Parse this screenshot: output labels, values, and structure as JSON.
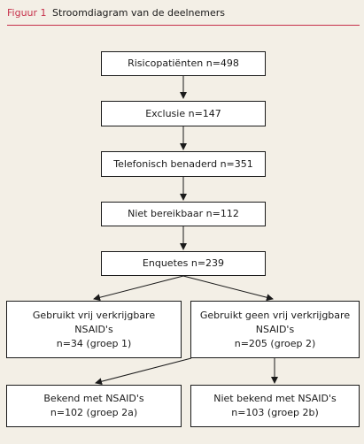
{
  "figure": {
    "label": "Figuur 1",
    "title": "Stroomdiagram van de deelnemers"
  },
  "boxes": {
    "risk": "Risicopatiënten n=498",
    "exclusion": "Exclusie n=147",
    "phone": "Telefonisch benaderd n=351",
    "unreachable": "Niet bereikbaar n=112",
    "surveys": "Enquetes n=239",
    "otc_yes": {
      "line1": "Gebruikt vrij verkrijgbare",
      "line2": "NSAID's",
      "line3": "n=34 (groep 1)"
    },
    "otc_no": {
      "line1": "Gebruikt geen vrij verkrijgbare",
      "line2": "NSAID's",
      "line3": "n=205 (groep 2)"
    },
    "known": {
      "line1": "Bekend met NSAID's",
      "line2": "n=102 (groep 2a)"
    },
    "unknown": {
      "line1": "Niet bekend met NSAID's",
      "line2": "n=103 (groep 2b)"
    }
  }
}
